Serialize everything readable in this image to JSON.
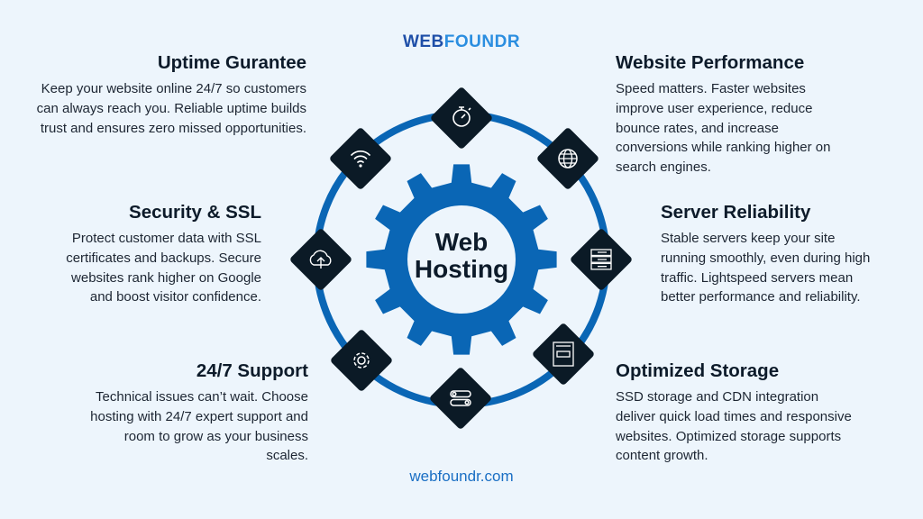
{
  "logo": {
    "part1": "WEB",
    "part2": "FOUNDR"
  },
  "center": {
    "line1": "Web",
    "line2": "Hosting"
  },
  "colors": {
    "accent": "#0a66b5",
    "dark": "#0b1a26",
    "background": "#edf5fc"
  },
  "features": [
    {
      "title": "Uptime Gurantee",
      "body": "Keep your website online 24/7 so customers can always reach you. Reliable uptime builds trust and ensures zero missed opportunities.",
      "icon": "wifi-icon"
    },
    {
      "title": "Website Performance",
      "body": "Speed matters. Faster websites improve user experience, reduce bounce rates, and increase conversions while ranking higher on search engines.",
      "icon": "globe-icon"
    },
    {
      "title": "Security & SSL",
      "body": "Protect customer data with SSL certificates and backups. Secure websites rank higher on Google and boost visitor confidence.",
      "icon": "cloud-upload-icon"
    },
    {
      "title": "Server Reliability",
      "body": "Stable servers keep your site running smoothly, even during high traffic. Lightspeed servers mean better performance and reliability.",
      "icon": "server-icon"
    },
    {
      "title": "24/7 Support",
      "body": "Technical issues can’t wait. Choose hosting with 24/7 expert support and room to grow as your business scales.",
      "icon": "gear-icon"
    },
    {
      "title": "Optimized Storage",
      "body": "SSD storage and CDN integration deliver quick load times and responsive websites. Optimized storage supports content growth.",
      "icon": "ssd-icon"
    }
  ],
  "footer": "webfoundr.com"
}
